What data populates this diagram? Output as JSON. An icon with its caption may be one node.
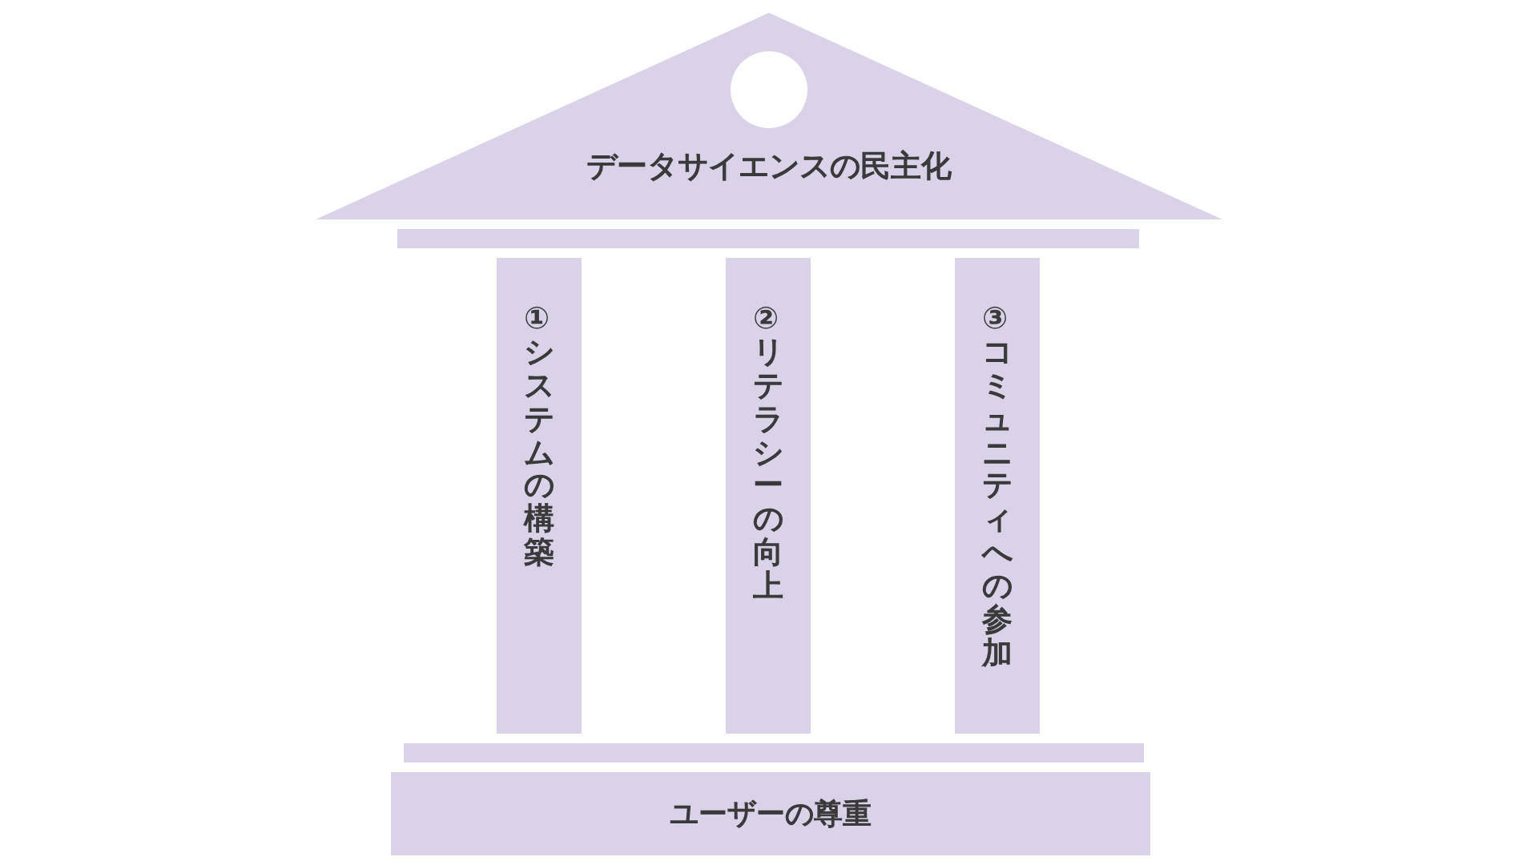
{
  "diagram": {
    "nodes": [
      {
        "text": [
          "データサイエンスの民主化"
        ]
      },
      {
        "text": [],
        "shape": "circle",
        "in": 0
      },
      {
        "text": [],
        "shape": "bar"
      },
      {
        "text": [
          "①システムの構築"
        ]
      },
      {
        "text": [
          "②リテラシーの向上"
        ]
      },
      {
        "text": [
          "③コミュニティへの参加"
        ]
      },
      {
        "text": [],
        "shape": "bar"
      },
      {
        "text": [
          "ユーザーの尊重"
        ]
      }
    ]
  }
}
